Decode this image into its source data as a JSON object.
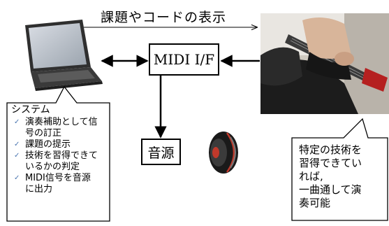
{
  "diagram": {
    "top_label": "課題やコードの表示",
    "midi_box": "MIDI I/F",
    "sound_source_box": "音源",
    "system_callout": {
      "title": "システム",
      "items": [
        "演奏補助として信号の訂正",
        "課題の提示",
        "技術を習得できているかの判定",
        "MIDI信号を音源に出力"
      ],
      "item_lines": [
        [
          "演奏補助として信",
          "号の訂正"
        ],
        [
          "課題の提示"
        ],
        [
          "技術を習得できて",
          "いるかの判定"
        ],
        [
          "MIDI信号を音源",
          "に出力"
        ]
      ]
    },
    "skill_callout": {
      "lines": [
        "特定の技術を",
        "習得できてい",
        "れば,",
        "一曲通して演",
        "奏可能"
      ]
    },
    "icons": {
      "laptop": "laptop-icon",
      "guitarist": "guitar-player-photo",
      "speaker": "speaker-icon",
      "check": "check-icon"
    },
    "colors": {
      "check": "#4a76b0",
      "speaker_accent": "#c0392b"
    }
  }
}
